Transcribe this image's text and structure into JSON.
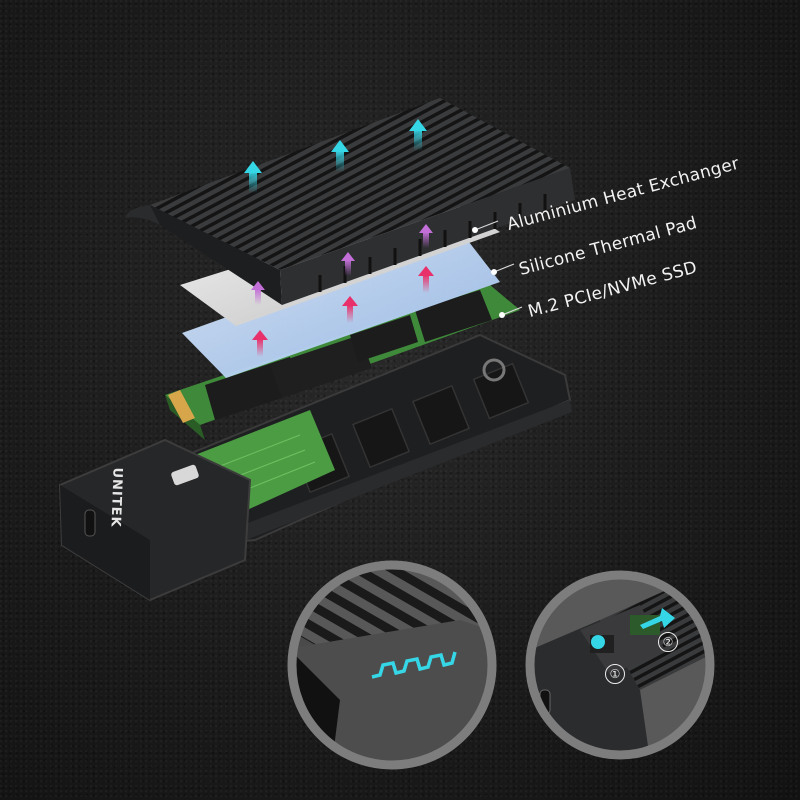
{
  "labels": {
    "heat_exchanger": "Aluminium Heat Exchanger",
    "thermal_pad": "Silicone Thermal Pad",
    "ssd": "M.2 PCIe/NVMe SSD"
  },
  "brand": "UNITEK",
  "detail_circles": {
    "left": {
      "description": "heatsink fin cross-section with cyan zigzag"
    },
    "right": {
      "step_1": "①",
      "step_2": "②"
    }
  },
  "colors": {
    "background": "#1b1b1b",
    "heatsink": "#2e2f31",
    "airflow_cyan": "#35d6e6",
    "heat_pink": "#e8306a",
    "thermal_pad": "#e6e6e6",
    "ssd_pad_blue": "#bcd6f5",
    "pcb_green": "#3f8a3a",
    "circle_ring": "#8a8a8a"
  }
}
